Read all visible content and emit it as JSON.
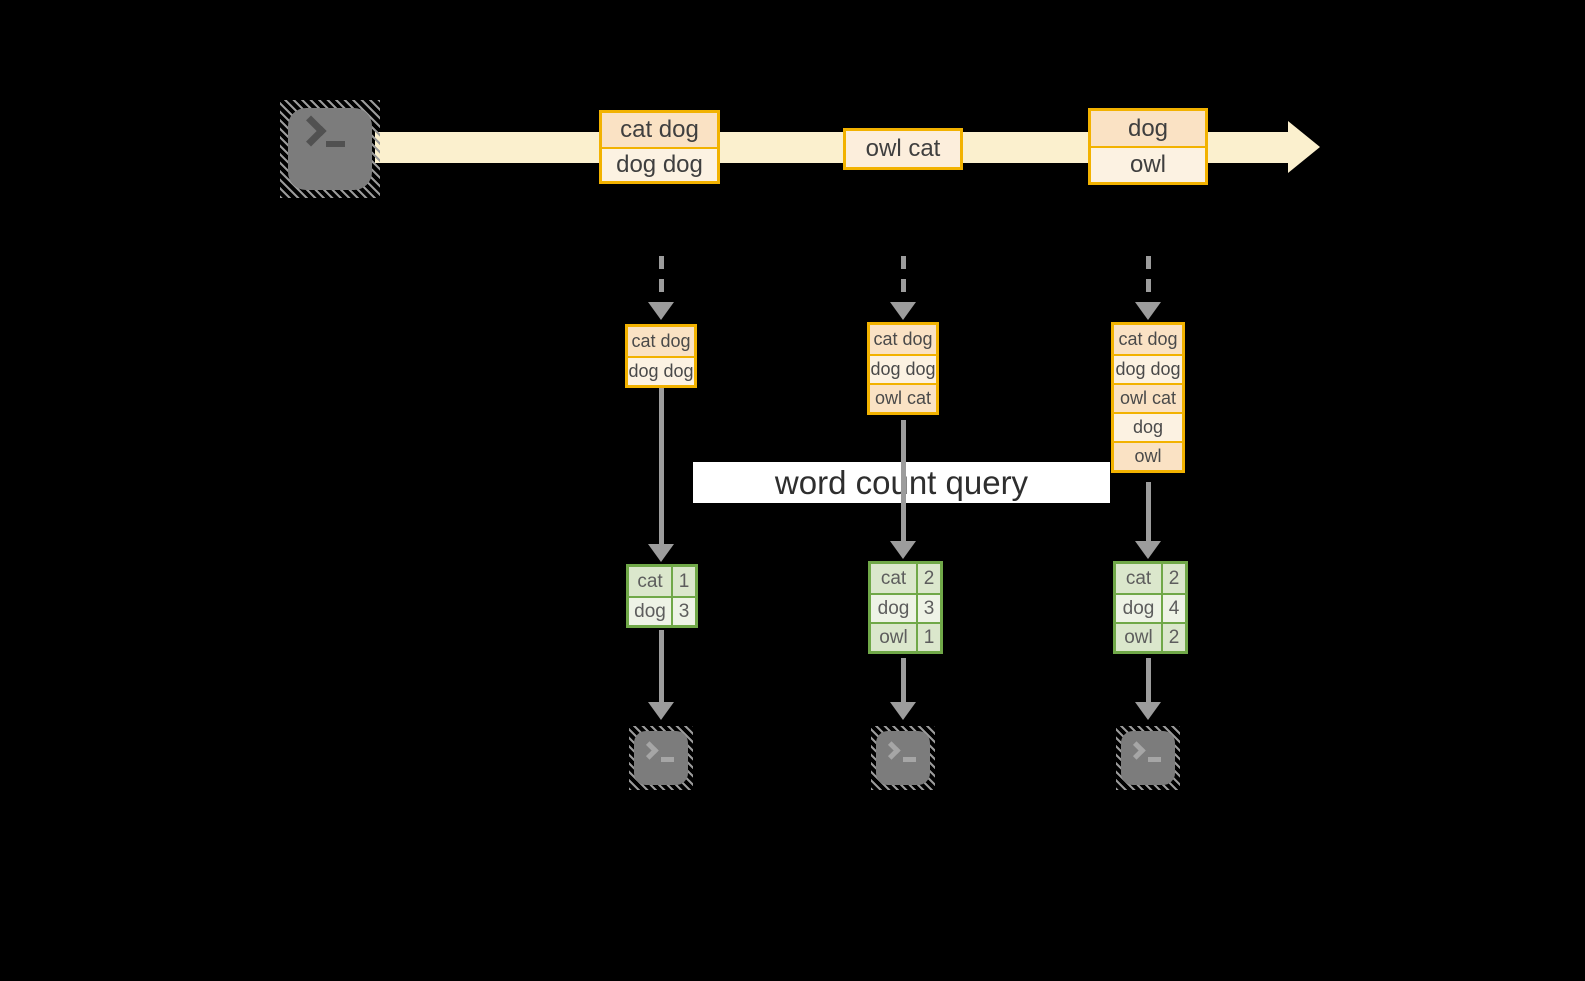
{
  "query": {
    "label": "word count query"
  },
  "stream": {
    "records": [
      {
        "lines": [
          "cat dog",
          "dog dog"
        ]
      },
      {
        "lines": [
          "owl cat"
        ]
      },
      {
        "lines": [
          "dog",
          "owl"
        ]
      }
    ]
  },
  "tasks": [
    {
      "state_rows": [
        "cat dog",
        "dog dog"
      ],
      "result": [
        {
          "word": "cat",
          "count": "1"
        },
        {
          "word": "dog",
          "count": "3"
        }
      ]
    },
    {
      "state_rows": [
        "cat dog",
        "dog dog",
        "owl cat"
      ],
      "result": [
        {
          "word": "cat",
          "count": "2"
        },
        {
          "word": "dog",
          "count": "3"
        },
        {
          "word": "owl",
          "count": "1"
        }
      ]
    },
    {
      "state_rows": [
        "cat dog",
        "dog dog",
        "owl cat",
        "dog",
        "owl"
      ],
      "result": [
        {
          "word": "cat",
          "count": "2"
        },
        {
          "word": "dog",
          "count": "4"
        },
        {
          "word": "owl",
          "count": "2"
        }
      ]
    }
  ],
  "icons": {
    "source": "terminal-icon",
    "sinks": [
      "terminal-icon",
      "terminal-icon",
      "terminal-icon"
    ]
  },
  "colors": {
    "stream_arrow": "#FBF0CE",
    "record_border": "#F2B200",
    "record_fill_dark": "#FAE2C4",
    "record_fill_light": "#FCF2E2",
    "table_border": "#70A848",
    "table_fill_dark": "#DBE7CC",
    "table_fill_light": "#EEF3E6",
    "arrow_gray": "#9C9C9C",
    "banner_bg": "#FFFFFF",
    "background": "#000000"
  }
}
